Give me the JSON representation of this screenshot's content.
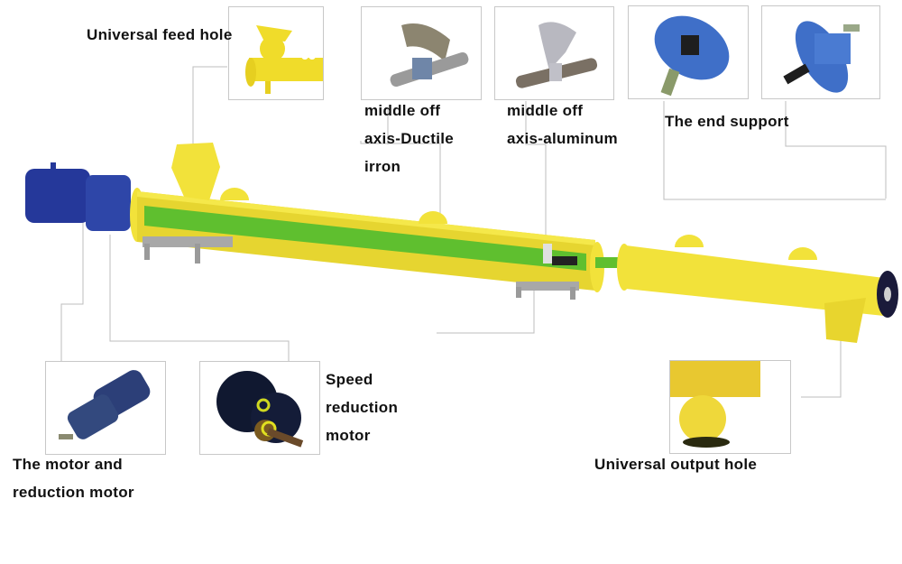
{
  "diagram": {
    "type": "screw-conveyor-components",
    "subject": "Screw conveyor assembly",
    "colors": {
      "tube_yellow": "#f2e23a",
      "screw_green": "#5fbf2f",
      "motor_blue": "#2a3f9a",
      "end_support_blue": "#3f6fc8",
      "bracket_gray": "#a8a8a8",
      "connector_line": "#bdbdbd"
    },
    "labels": {
      "feed_hole": "Universal feed hole",
      "ductile": [
        "middle off",
        "axis-Ductile",
        "irron"
      ],
      "aluminum": [
        "middle off",
        "axis-aluminum"
      ],
      "end_support": "The end support",
      "speed_reduction": [
        "Speed",
        "reduction",
        "motor"
      ],
      "motor_reduction": [
        "The motor and",
        "reduction motor"
      ],
      "output_hole": "Universal output hole"
    },
    "thumbnails": [
      {
        "id": "feed-hole",
        "depicts": "yellow universal feed hole inlet"
      },
      {
        "id": "ductile-iron-bearing",
        "depicts": "middle hanger bearing, ductile iron"
      },
      {
        "id": "aluminum-bearing",
        "depicts": "middle hanger bearing, aluminum"
      },
      {
        "id": "end-support-1",
        "depicts": "blue end support disc with shaft"
      },
      {
        "id": "end-support-2",
        "depicts": "blue end support with bearing housing"
      },
      {
        "id": "motor-reduction",
        "depicts": "blue geared motor"
      },
      {
        "id": "speed-reduction",
        "depicts": "dark speed reducer with gears"
      },
      {
        "id": "output-hole",
        "depicts": "yellow universal output hole"
      }
    ]
  }
}
